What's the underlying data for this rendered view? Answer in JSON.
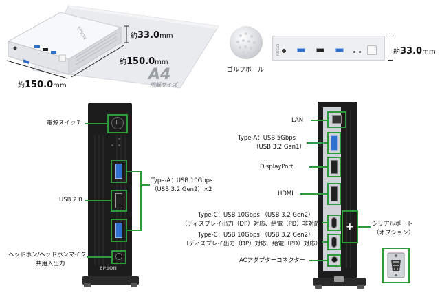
{
  "dimensions": {
    "prefix": "約",
    "height": "33.0",
    "depth": "150.0",
    "width": "150.0",
    "unit": "mm",
    "right_height": "33.0"
  },
  "paper": {
    "size": "A4",
    "caption": "用紙サイズ"
  },
  "golf_ball": {
    "caption": "ゴルフボール"
  },
  "front_labels": {
    "power": "電源スイッチ",
    "type_a_line1": "Type-A：USB 10Gbps",
    "type_a_line2": "（USB 3.2 Gen2）×2",
    "usb2": "USB 2.0",
    "headphone_line1": "ヘッドホン/ヘッドホンマイク",
    "headphone_line2": "共用入出力"
  },
  "rear_labels": {
    "lan": "LAN",
    "type_a_line1": "Type-A：USB 5Gbps",
    "type_a_line2": "（USB 3.2 Gen1）",
    "displayport": "DisplayPort",
    "hdmi": "HDMI",
    "typec1_line1": "Type-C：USB 10Gbps （USB 3.2 Gen2）",
    "typec1_line2": "（ディスプレイ出力（DP）対応、給電（PD）非対応）",
    "typec2_line1": "Type-C：USB 10Gbps （USB 3.2 Gen2）",
    "typec2_line2": "（ディスプレイ出力（DP）対応、給電（PD）対応）",
    "ac_adapter": "ACアダプターコネクター",
    "serial_line1": "シリアルポート",
    "serial_line2": "（オプション）"
  },
  "brand": {
    "logo_text": "EPSON"
  },
  "colors": {
    "accent_green": "#2e9a3c",
    "usb_blue": "#2f6fd0",
    "device_black": "#1c1c1c",
    "device_white": "#eef0f2"
  }
}
